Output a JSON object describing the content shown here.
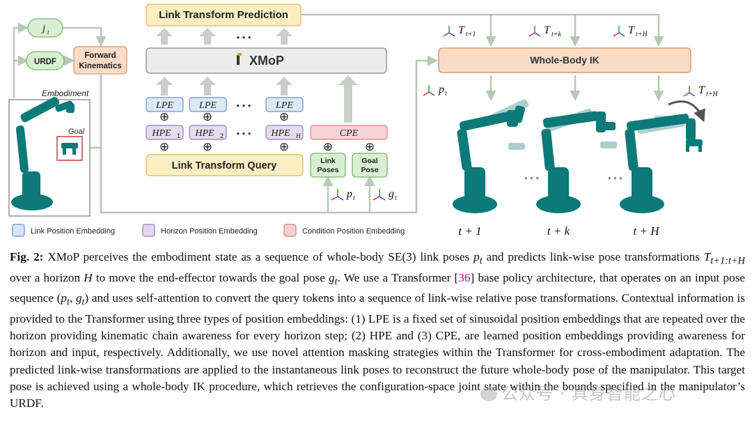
{
  "figure": {
    "top_box_label": "Link Transform Prediction",
    "model_label": "XMoP",
    "query_box_label": "Link Transform Query",
    "ik_box_label": "Whole-Body IK",
    "jt_label": "j",
    "jt_sub": "t",
    "urdf_label": "URDF",
    "fk_label_line1": "Forward",
    "fk_label_line2": "Kinematics",
    "embodiment_label": "Embodiment",
    "goal_label": "Goal",
    "lpe": "LPE",
    "hpe": "HPE",
    "hpe_subs": [
      "1",
      "2",
      "H"
    ],
    "cpe": "CPE",
    "link_poses_line1": "Link",
    "link_poses_line2": "Poses",
    "goal_pose_line1": "Goal",
    "goal_pose_line2": "Pose",
    "dots": "• • •",
    "oplus": "⊕",
    "pt_label": "p",
    "pt_sub": "t",
    "gt_label": "g",
    "gt_sub": "t",
    "T_labels": [
      {
        "main": "T",
        "sub": "t+1"
      },
      {
        "main": "T",
        "sub": "t+k"
      },
      {
        "main": "T",
        "sub": "t+H"
      }
    ],
    "T_right": {
      "main": "T",
      "sub": "t+H"
    },
    "time_labels": [
      "t + 1",
      "t + k",
      "t + H"
    ],
    "legend": [
      {
        "label": "Link Position Embedding",
        "color": "#d6e4f7"
      },
      {
        "label": "Horizon Position Embedding",
        "color": "#e3d7ee"
      },
      {
        "label": "Condition Position Embedding",
        "color": "#f6d0d0"
      }
    ],
    "colors": {
      "lpe_fill": "#dbe8f8",
      "lpe_stroke": "#6d92c8",
      "hpe_fill": "#e6dbef",
      "hpe_stroke": "#9a7db8",
      "cpe_fill": "#f7d3d3",
      "cpe_stroke": "#d77f7f",
      "query_fill": "#fbeec2",
      "query_stroke": "#e2c36c",
      "green_fill": "#d8efd2",
      "green_stroke": "#7bb36d",
      "ik_fill": "#f9dcc7",
      "ik_stroke": "#d99a6a",
      "model_fill": "#ececec",
      "model_stroke": "#9a9a9a",
      "arrow": "#b7c8b4",
      "robot": "#0c7a78"
    }
  },
  "caption": {
    "fig_label": "Fig. 2:",
    "s1": " XMoP perceives the embodiment state as a sequence of whole-body SE(3) link poses ",
    "pt": "p",
    "pt_sub": "t",
    "s2": " and predicts link-wise pose transformations ",
    "T": "T",
    "T_sub": "t+1:t+H",
    "s3": " over a horizon ",
    "H": "H",
    "s4": " to move the end-effector towards the goal pose ",
    "gt": "g",
    "gt_sub": "t",
    "s5": ". We use a Transformer [",
    "cite": "36",
    "s6": "] base policy architecture, that operates on an input pose sequence (",
    "pt2": "p",
    "pt2_sub": "t",
    "comma": ", ",
    "gt2": "g",
    "gt2_sub": "t",
    "s7": ") and uses self-attention to convert the query tokens into a sequence of link-wise relative pose transformations. Contextual information is provided to the Transformer using three types of position embeddings: (1) LPE is a fixed set of sinusoidal position embeddings that are repeated over the horizon providing kinematic chain awareness for every horizon step; (2) HPE and (3) CPE, are learned position embeddings providing awareness for horizon and input, respectively. Additionally, we use novel attention masking strategies within the Transformer for cross-embodiment adaptation. The predicted link-wise transformations are applied to the instantaneous link poses to reconstruct the future whole-body pose of the manipulator. This target pose is achieved using a whole-body IK procedure, which retrieves the configuration-space joint state within the bounds specified in the manipulator’s URDF."
  },
  "watermark": "公众号 · 具身智能之心"
}
